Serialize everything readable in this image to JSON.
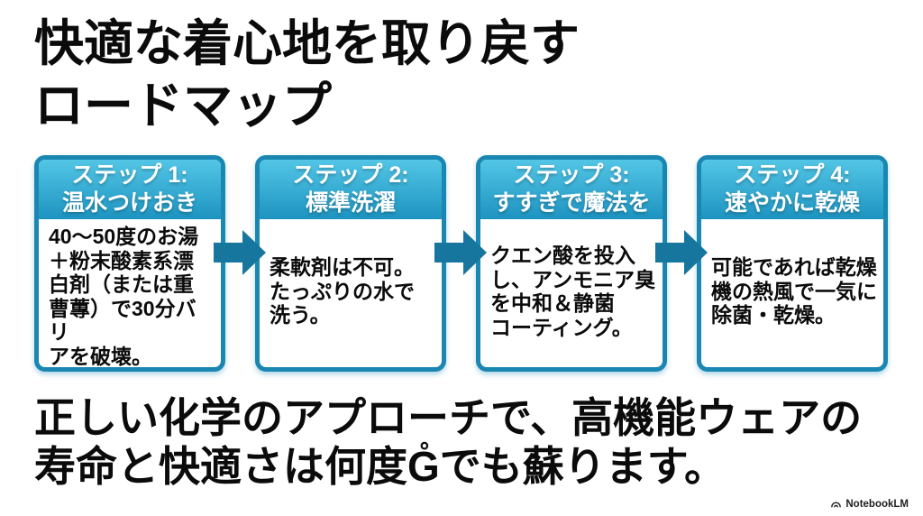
{
  "colors": {
    "background": "#ffffff",
    "text": "#0b0b0b",
    "box_border": "#1a87b2",
    "header_gradient_top": "#53c6e6",
    "header_gradient_bottom": "#1d93c0",
    "header_text": "#ffffff",
    "arrow": "#16769d",
    "brand_text": "#1f1f1f"
  },
  "slide": {
    "title": {
      "line1": "快適な着心地を取り戻す",
      "line2": "ロードマップ"
    },
    "steps": [
      {
        "header": "ステップ 1:\n温水つけおき",
        "body": "40〜50度のお湯\n＋粉末酸素系漂\n白剤（または重\n曹蓴）で30分バリ\nアを破壊。"
      },
      {
        "header": "ステップ 2:\n標準洗濯",
        "body": "柔軟剤は不可。\nたっぷりの水で\n洗う。"
      },
      {
        "header": "ステップ 3:\nすすぎで魔法を",
        "body": "クエン酸を投入\nし、アンモニア臭\nを中和＆静菌\nコーティング。"
      },
      {
        "header": "ステップ 4:\n速やかに乾燥",
        "body": "可能であれば乾燥\n機の熱風で一気に\n除菌・乾燥。"
      }
    ],
    "conclusion": {
      "line1": "正しい化学のアプローチで、高機能ウェアの",
      "line2": "寿命と快適さは何度G̊でも蘇ります。"
    },
    "brand": {
      "name": "NotebookLM"
    }
  }
}
